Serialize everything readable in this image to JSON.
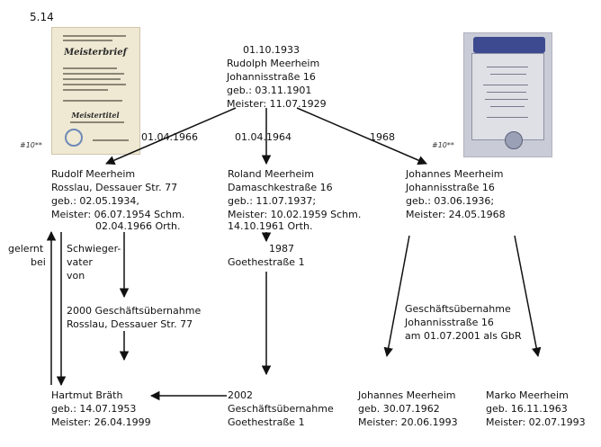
{
  "section": "5.14",
  "footnote_left": "#10**",
  "footnote_right": "#10**",
  "root": {
    "date": "01.10.1933",
    "name": "Rudolph Meerheim",
    "address": "Johannisstraße 16",
    "born": "geb.: 03.11.1901",
    "meister": "Meister: 11.07.1929"
  },
  "branch_dates": {
    "left": "01.04.1966",
    "mid": "01.04.1964",
    "right": "1968"
  },
  "rudolf": {
    "name": "Rudolf Meerheim",
    "address": "Rosslau, Dessauer Str. 77",
    "born": "geb.: 02.05.1934,",
    "meister1": "Meister: 06.07.1954 Schm.",
    "meister2": "02.04.1966 Orth."
  },
  "roland": {
    "name": "Roland Meerheim",
    "address": "Damaschkestraße 16",
    "born": "geb.: 11.07.1937;",
    "meister1": "Meister: 10.02.1959 Schm.",
    "meister2": "14.10.1961 Orth."
  },
  "johannes_sr": {
    "name": "Johannes Meerheim",
    "address": "Johannisstraße 16",
    "born": "geb.: 03.06.1936;",
    "meister": "Meister: 24.05.1968"
  },
  "gelernt": {
    "line1": "gelernt",
    "line2": "bei"
  },
  "schwiegervater": {
    "line1": "Schwieger-",
    "line2": "vater",
    "line3": "von"
  },
  "move_1987": {
    "year": "1987",
    "address": "Goethestraße 1"
  },
  "uebernahme_2000": {
    "line1": "2000 Geschäftsübernahme",
    "line2": "Rosslau, Dessauer Str. 77"
  },
  "uebernahme_gbr": {
    "line1": "Geschäftsübernahme",
    "line2": "Johannisstraße 16",
    "line3": "am 01.07.2001 als GbR"
  },
  "uebernahme_2002": {
    "year": "2002",
    "line1": "Geschäftsübernahme",
    "line2": "Goethestraße 1"
  },
  "hartmut": {
    "name": "Hartmut Bräth",
    "born": "geb.: 14.07.1953",
    "meister": "Meister: 26.04.1999"
  },
  "johannes_jr": {
    "name": "Johannes Meerheim",
    "born": "geb. 30.07.1962",
    "meister": "Meister: 20.06.1993"
  },
  "marko": {
    "name": "Marko Meerheim",
    "born": "geb. 16.11.1963",
    "meister": "Meister: 02.07.1993"
  },
  "photo_left": {
    "title": "Meisterbrief",
    "subtitle": "Meistertitel"
  }
}
